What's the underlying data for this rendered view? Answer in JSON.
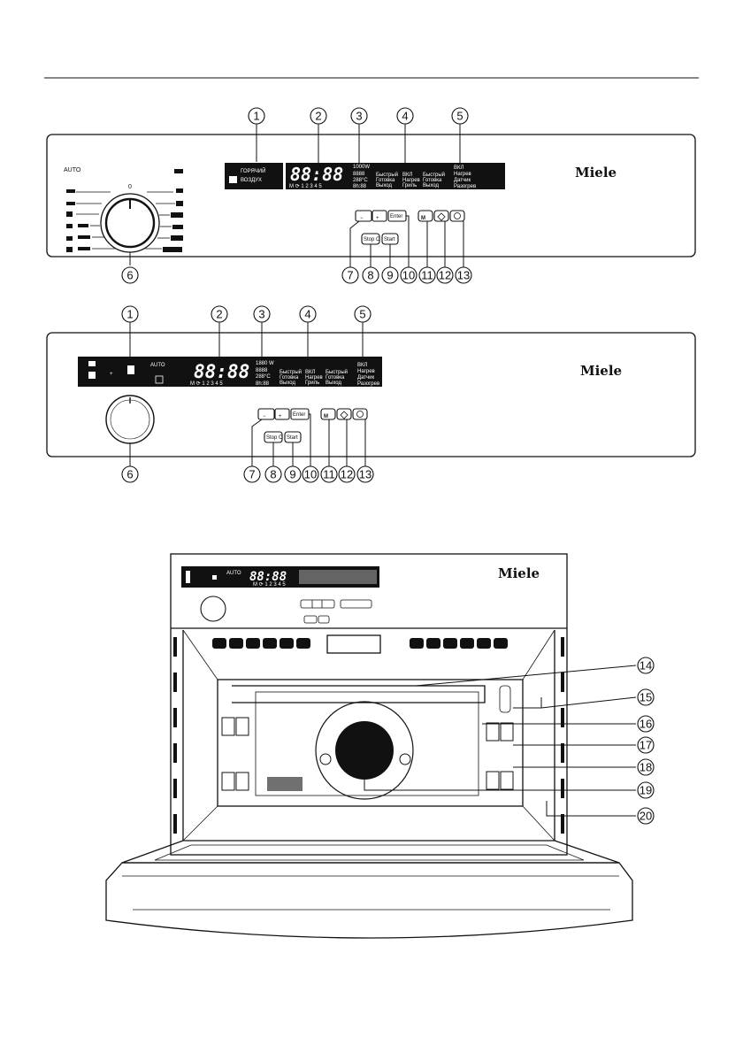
{
  "brand": "Miele",
  "panel_a": {
    "display_left_line1": "ГОРЯЧИЙ",
    "display_left_line2": "ВОЗДУХ",
    "display_digits": "88:88",
    "display_power": "1000W",
    "display_row2": "8888",
    "display_temp": "288°C",
    "display_time": "8h:88",
    "display_prog": "M ⟳ 1 2 3 4 5",
    "col_a": [
      "Быстрый",
      "Готовка",
      "Выход"
    ],
    "col_b": [
      "ВКЛ",
      "Нагрев",
      "Гриль"
    ],
    "col_c": [
      "Быстрый",
      "Готовка",
      "Выход"
    ],
    "col_d": [
      "ВКЛ",
      "Нагрев",
      "Датчик",
      "Разогрев"
    ],
    "auto_label": "AUTO",
    "dial_zero": "0"
  },
  "panel_b": {
    "auto_label": "AUTO",
    "display_digits": "88:88",
    "display_power": "1880 W",
    "display_row2": "8888",
    "display_temp": "288°C",
    "display_time": "8h:88",
    "display_prog": "M ⟳ 1 2 3 4 5",
    "col_a": [
      "Быстрый",
      "Готовка",
      "Выход"
    ],
    "col_b": [
      "ВКЛ",
      "Нагрев",
      "Гриль"
    ],
    "col_c": [
      "Быстрый",
      "Готовка",
      "Выход"
    ],
    "col_d": [
      "ВКЛ",
      "Нагрев",
      "Датчик",
      "Разогрев"
    ]
  },
  "buttons": {
    "minus": "−",
    "plus": "+",
    "enter": "Enter",
    "stop": "Stop C",
    "start": "Start",
    "m": "M"
  },
  "oven_panel": {
    "digits": "88:88",
    "auto_label": "AUTO",
    "prog": "M ⟳ 1 2 3 4 5"
  },
  "callouts_a": [
    "1",
    "2",
    "3",
    "4",
    "5",
    "6",
    "7",
    "8",
    "9",
    "10",
    "11",
    "12",
    "13"
  ],
  "callouts_b": [
    "1",
    "2",
    "3",
    "4",
    "5",
    "6",
    "7",
    "8",
    "9",
    "10",
    "11",
    "12",
    "13"
  ],
  "callouts_c": [
    "14",
    "15",
    "16",
    "17",
    "18",
    "19",
    "20"
  ]
}
